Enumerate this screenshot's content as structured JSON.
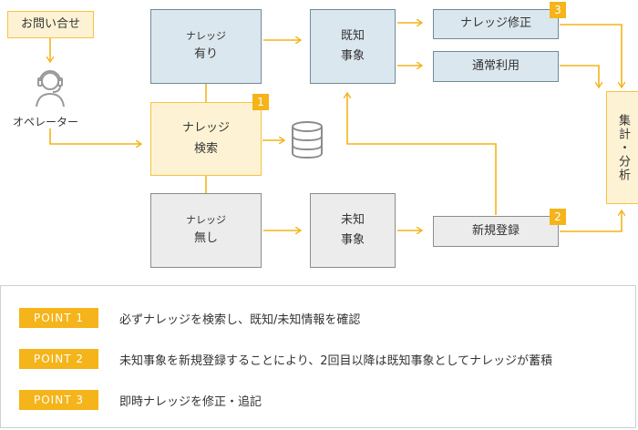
{
  "nodes": {
    "inquiry": "お問い合せ",
    "operator": "オペレーター",
    "knowledge_yes": [
      "ナレッジ",
      "有り"
    ],
    "knowledge_search": [
      "ナレッジ",
      "検索"
    ],
    "knowledge_no": [
      "ナレッジ",
      "無し"
    ],
    "known_case": [
      "既知",
      "事象"
    ],
    "unknown_case": [
      "未知",
      "事象"
    ],
    "knowledge_fix": "ナレッジ修正",
    "normal_use": "通常利用",
    "new_register": "新規登録",
    "aggregate": "集計・分析"
  },
  "badges": {
    "search": "1",
    "register": "2",
    "fix": "3"
  },
  "points": [
    {
      "tag": "POINT 1",
      "text": "必ずナレッジを検索し、既知/未知情報を確認"
    },
    {
      "tag": "POINT 2",
      "text": "未知事象を新規登録することにより、2回目以降は既知事象としてナレッジが蓄積"
    },
    {
      "tag": "POINT 3",
      "text": "即時ナレッジを修正・追記"
    }
  ],
  "colors": {
    "accent": "#f4b41a",
    "yellow_fill": "#fdf3d4",
    "blue_fill": "#dbe7ee",
    "gray_fill": "#ececec"
  },
  "icons": {
    "operator": "headset-operator-icon",
    "database": "database-icon"
  }
}
